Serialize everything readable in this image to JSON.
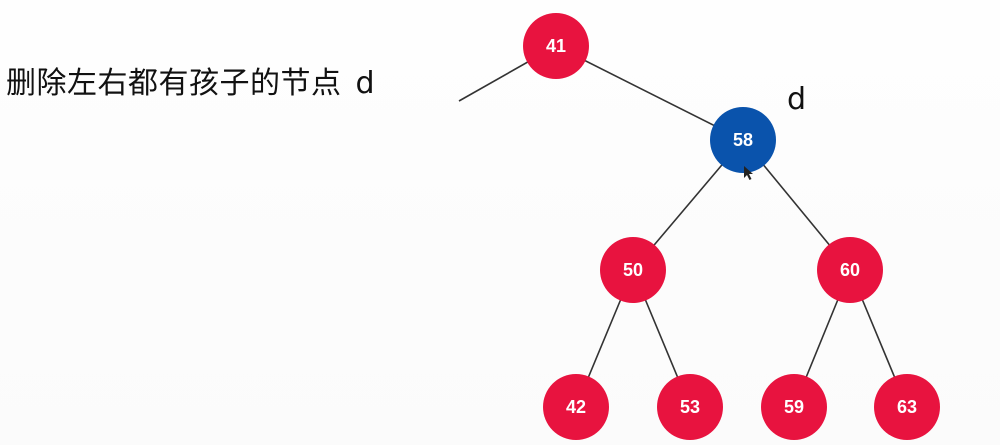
{
  "caption": {
    "text": "删除左右都有孩子的节点",
    "var": "d"
  },
  "marker": "d",
  "colors": {
    "red_node": "#E8133F",
    "blue_node": "#0A53AC",
    "edge": "#333333"
  },
  "tree": {
    "root": "41",
    "highlighted": "58",
    "nodes": [
      {
        "id": "n41",
        "label": "41",
        "color": "red"
      },
      {
        "id": "n58",
        "label": "58",
        "color": "blue"
      },
      {
        "id": "n50",
        "label": "50",
        "color": "red"
      },
      {
        "id": "n60",
        "label": "60",
        "color": "red"
      },
      {
        "id": "n42",
        "label": "42",
        "color": "red"
      },
      {
        "id": "n53",
        "label": "53",
        "color": "red"
      },
      {
        "id": "n59",
        "label": "59",
        "color": "red"
      },
      {
        "id": "n63",
        "label": "63",
        "color": "red"
      }
    ],
    "edges": [
      {
        "from": "n41",
        "to": "n58"
      },
      {
        "from": "n58",
        "to": "n50"
      },
      {
        "from": "n58",
        "to": "n60"
      },
      {
        "from": "n50",
        "to": "n42"
      },
      {
        "from": "n50",
        "to": "n53"
      },
      {
        "from": "n60",
        "to": "n59"
      },
      {
        "from": "n60",
        "to": "n63"
      }
    ],
    "left_subtree_truncated": true
  }
}
